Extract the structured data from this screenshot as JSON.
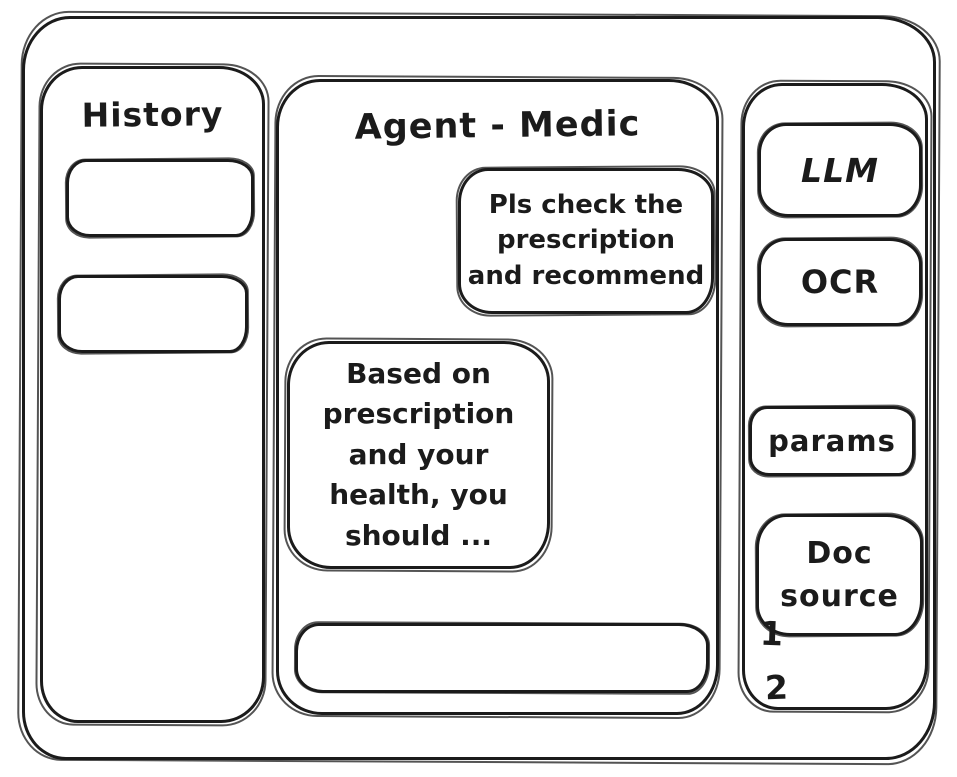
{
  "colors": {
    "stroke": "#1b1b1b",
    "background": "#ffffff"
  },
  "sidebar_left": {
    "title": "History",
    "items": [
      {
        "label": ""
      },
      {
        "label": ""
      }
    ]
  },
  "chat": {
    "title": "Agent - Medic",
    "messages": [
      {
        "role": "user",
        "text": "Pls check the\nprescription\nand recommend"
      },
      {
        "role": "agent",
        "text": "Based on\nprescription\nand your\nhealth, you\nshould ..."
      }
    ]
  },
  "sidebar_right": {
    "buttons": [
      {
        "id": "llm",
        "label": "LLM"
      },
      {
        "id": "ocr",
        "label": "OCR"
      },
      {
        "id": "params",
        "label": "params"
      },
      {
        "id": "doc-source",
        "label": "Doc\nsource"
      }
    ],
    "doc_source_items": [
      "1",
      "2"
    ]
  }
}
